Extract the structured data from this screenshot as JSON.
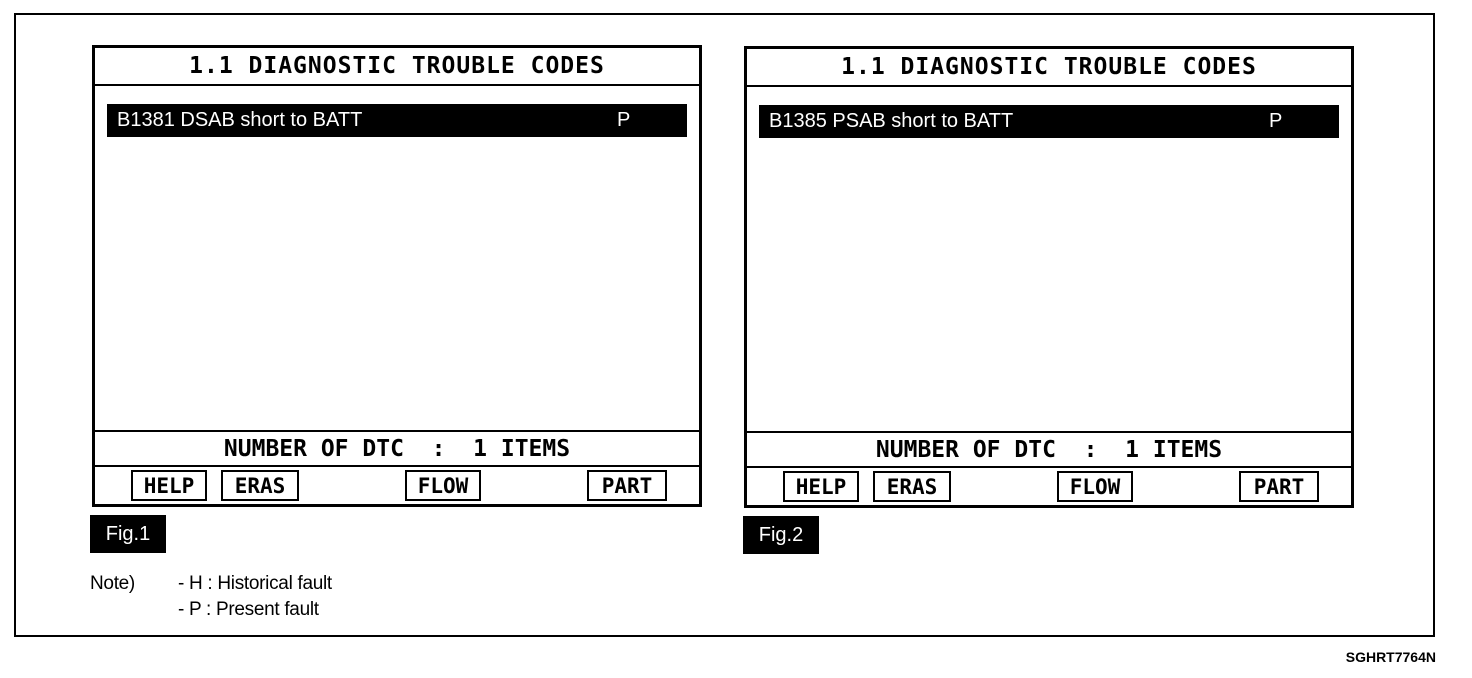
{
  "screens": [
    {
      "title": "1.1 DIAGNOSTIC TROUBLE CODES",
      "dtcs": [
        {
          "code_text": "B1381 DSAB short to BATT",
          "status": "P"
        }
      ],
      "count_text": "NUMBER OF DTC  :  1 ITEMS",
      "function_keys": {
        "help": "HELP",
        "eras": "ERAS",
        "flow": "FLOW",
        "part": "PART"
      },
      "fig_label": "Fig.1"
    },
    {
      "title": "1.1 DIAGNOSTIC TROUBLE CODES",
      "dtcs": [
        {
          "code_text": "B1385 PSAB short to BATT",
          "status": "P"
        }
      ],
      "count_text": "NUMBER OF DTC  :  1 ITEMS",
      "function_keys": {
        "help": "HELP",
        "eras": "ERAS",
        "flow": "FLOW",
        "part": "PART"
      },
      "fig_label": "Fig.2"
    }
  ],
  "note": {
    "heading": "Note)",
    "lines": [
      "- H : Historical fault",
      "- P : Present fault"
    ]
  },
  "reference_code": "SGHRT7764N",
  "colors": {
    "background": "#ffffff",
    "foreground": "#000000",
    "highlight": "#000000"
  }
}
